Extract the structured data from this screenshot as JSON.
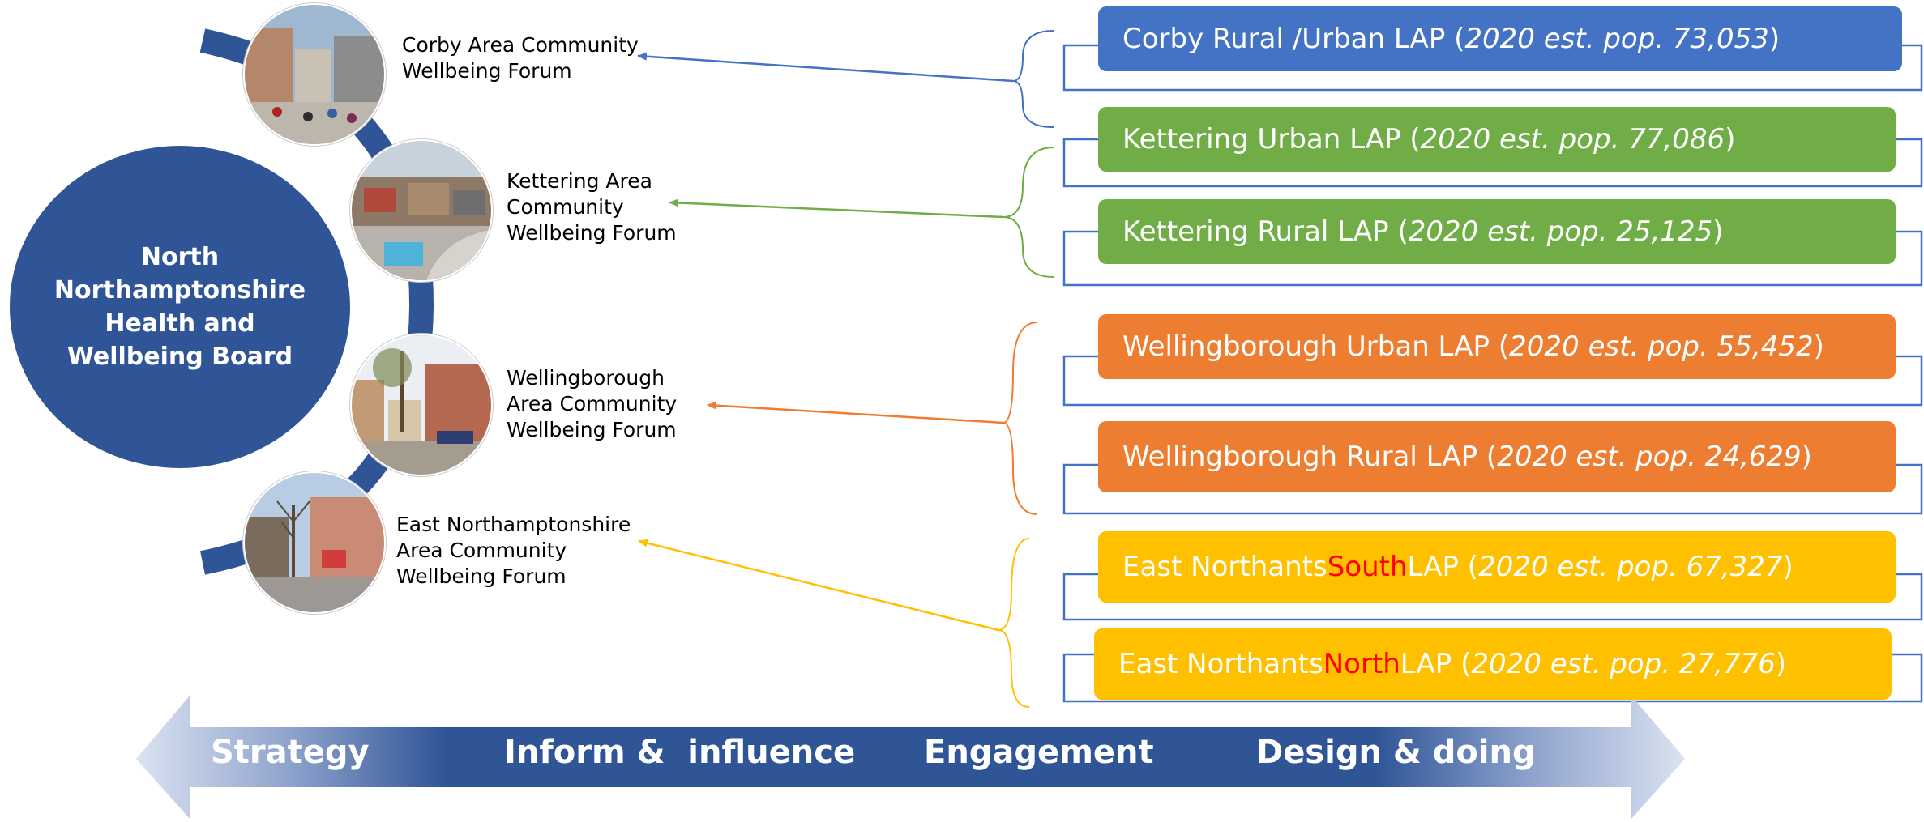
{
  "board": {
    "title": "North Northamptonshire Health and Wellbeing Board",
    "color": "#2f5597"
  },
  "forums": [
    {
      "label_lines": [
        "Corby Area Community",
        "Wellbeing Forum"
      ],
      "color": "#4472c4",
      "photo_icon": "corby-street-photo"
    },
    {
      "label_lines": [
        "Kettering Area",
        "Community",
        "Wellbeing Forum"
      ],
      "color": "#70ad47",
      "photo_icon": "kettering-aerial-photo"
    },
    {
      "label_lines": [
        "Wellingborough",
        "Area Community",
        "Wellbeing  Forum"
      ],
      "color": "#ed7d31",
      "photo_icon": "wellingborough-market-photo"
    },
    {
      "label_lines": [
        "East Northamptonshire",
        "Area Community",
        "Wellbeing Forum"
      ],
      "color": "#ffc000",
      "photo_icon": "east-northants-street-photo"
    }
  ],
  "laps": [
    {
      "prefix": "Corby Rural /Urban LAP (",
      "highlight": "",
      "suffix": "",
      "pop": "2020 est. pop. 73,053",
      "close": ")",
      "fill": "#4472c4"
    },
    {
      "prefix": "Kettering Urban LAP (",
      "highlight": "",
      "suffix": "",
      "pop": "2020 est. pop. 77,086",
      "close": ")",
      "fill": "#70ad47"
    },
    {
      "prefix": "Kettering Rural LAP (",
      "highlight": "",
      "suffix": "",
      "pop": "2020 est. pop. 25,125",
      "close": ")",
      "fill": "#70ad47"
    },
    {
      "prefix": "Wellingborough Urban LAP (",
      "highlight": "",
      "suffix": "",
      "pop": "2020 est. pop. 55,452",
      "close": ")",
      "fill": "#ed7d31"
    },
    {
      "prefix": "Wellingborough Rural LAP (",
      "highlight": "",
      "suffix": "",
      "pop": "2020 est. pop. 24,629",
      "close": ")",
      "fill": "#ed7d31"
    },
    {
      "prefix": "East Northants ",
      "highlight": "South",
      "suffix": " LAP (",
      "pop": "2020 est. pop. 67,327",
      "close": ")",
      "fill": "#ffc000"
    },
    {
      "prefix": "East Northants ",
      "highlight": "North",
      "suffix": " LAP (",
      "pop": "2020 est. pop. 27,776",
      "close": ")",
      "fill": "#ffc000"
    }
  ],
  "spectrum": {
    "labels": [
      "Strategy",
      "Inform &  influence",
      "Engagement",
      "Design & doing"
    ],
    "color": "#2f5597"
  },
  "colors": {
    "highlight_red": "#ff0000",
    "frame_blue": "#4472c4",
    "text_white": "#ffffff"
  }
}
